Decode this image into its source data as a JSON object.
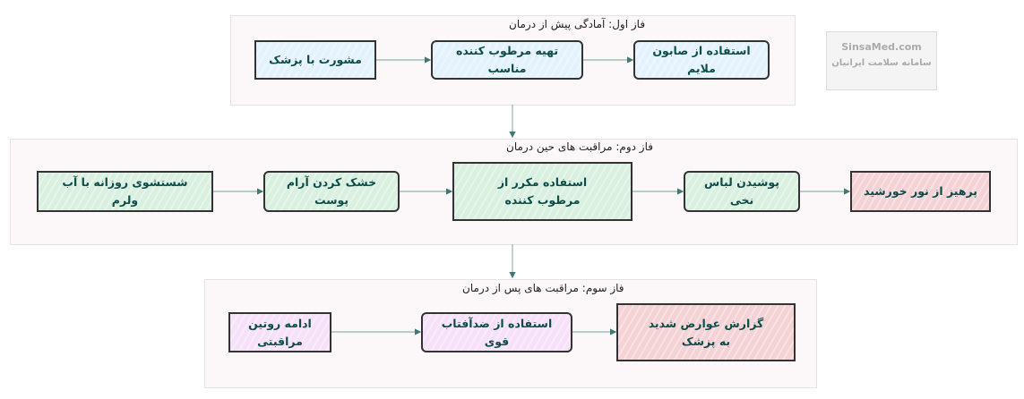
{
  "watermark": {
    "line1": "SinsaMed.com",
    "line2": "سامانه سلامت ایرانیان"
  },
  "phases": [
    {
      "title": "فاز اول: آمادگی پیش از درمان",
      "steps": [
        "مشورت با پزشک",
        "تهیه مرطوب کننده مناسب",
        "استفاده از صابون ملایم"
      ]
    },
    {
      "title": "فاز دوم: مراقبت های حین درمان",
      "steps": [
        "شستشوی روزانه با آب ولرم",
        "خشک کردن آرام پوست",
        "استفاده مکرر از مرطوب کننده",
        "پوشیدن لباس نخی",
        "پرهیز از نور خورشید"
      ]
    },
    {
      "title": "فاز سوم: مراقبت های پس از درمان",
      "steps": [
        "ادامه روتین مراقبتی",
        "استفاده از ضدآفتاب قوی",
        "گزارش عوارض شدید به پزشک"
      ]
    }
  ],
  "colors": {
    "blue": "#e3f2fc",
    "green": "#d9f0e0",
    "pink": "#f5d2d6",
    "purple": "#f7e1f9",
    "text": "#0d4d48",
    "arrow": "#5a8d85"
  }
}
